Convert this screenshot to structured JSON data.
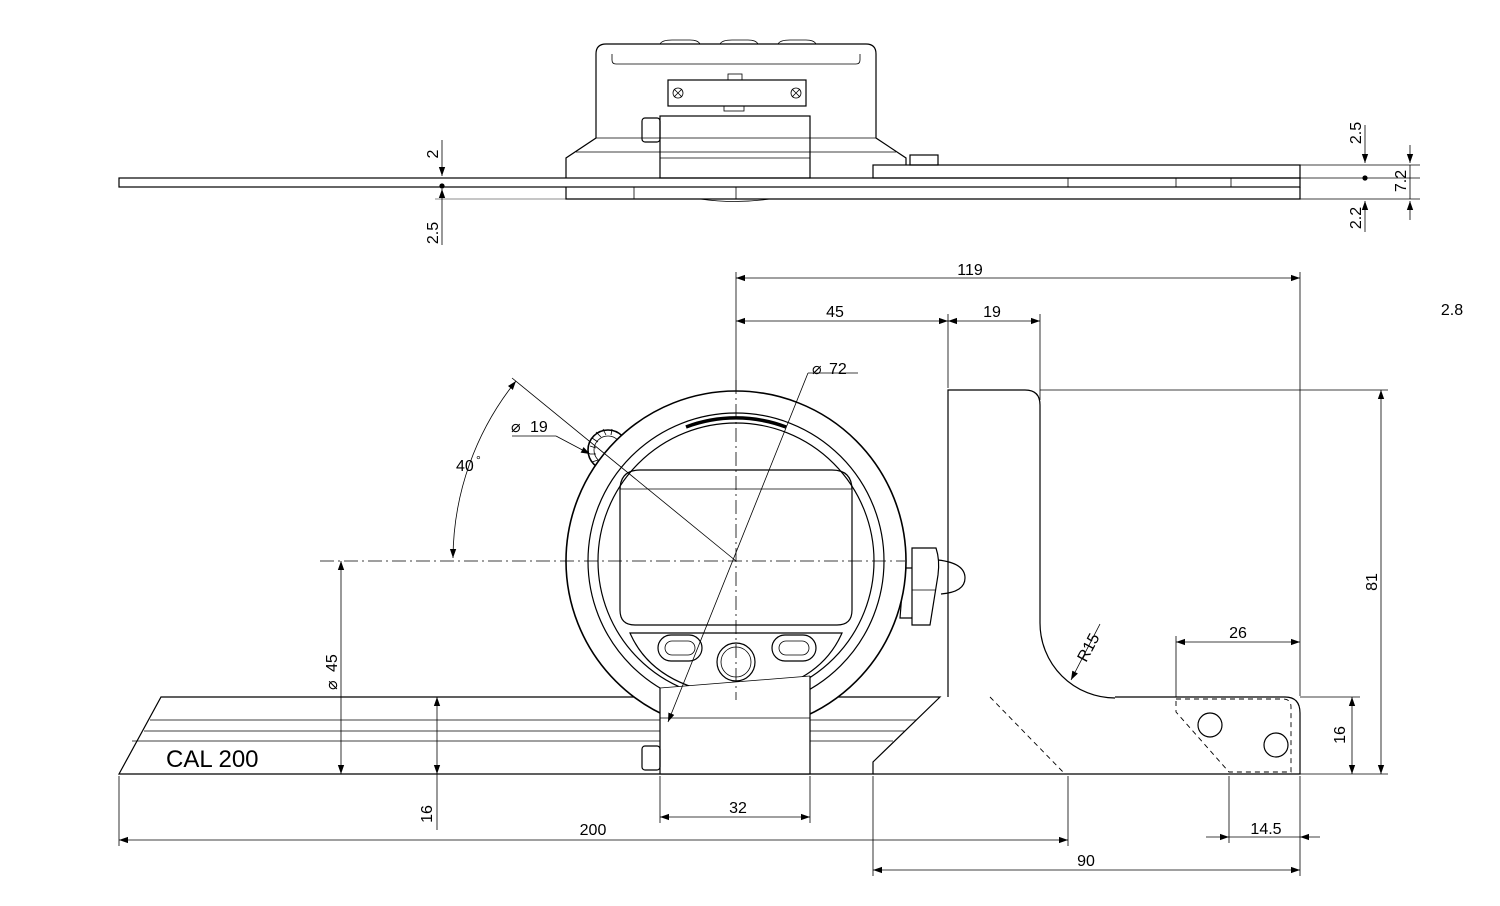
{
  "engraving": "CAL 200",
  "dimensions": {
    "top_2": "2",
    "top_2_5_left": "2.5",
    "top_2_5_right": "2.5",
    "top_7_2": "7.2",
    "top_2_2": "2.2",
    "d119": "119",
    "d45h": "45",
    "d19h": "19",
    "d2_8": "2.8",
    "dia72": "72",
    "dia19": "19",
    "ang40": "40",
    "r15": "R15",
    "d26": "26",
    "d81": "81",
    "dia45": "45",
    "d16_left": "16",
    "d16_right": "16",
    "d32": "32",
    "d200": "200",
    "d14_5": "14.5",
    "d90": "90"
  },
  "symbols": {
    "diameter": "⌀",
    "degree": "°"
  }
}
